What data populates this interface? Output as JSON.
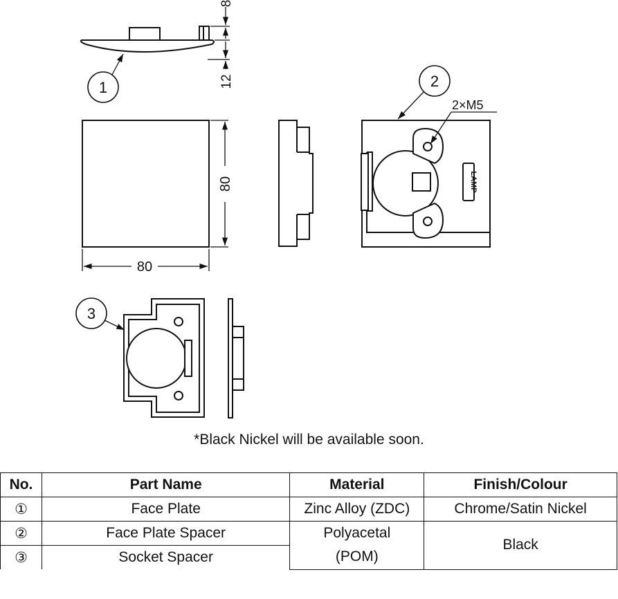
{
  "labels": {
    "callout_1": "1",
    "callout_2": "2",
    "callout_3": "3",
    "screw_spec": "2×M5"
  },
  "dimensions": {
    "top_gap": "8",
    "curve_height": "12",
    "height": "80",
    "width": "80"
  },
  "logo_text": "LAMP",
  "note": "*Black Nickel will be available soon.",
  "table": {
    "headers": {
      "no": "No.",
      "part_name": "Part Name",
      "material": "Material",
      "finish": "Finish/Colour"
    },
    "rows": [
      {
        "no": "①",
        "part_name": "Face Plate",
        "material": "Zinc Alloy (ZDC)",
        "finish": "Chrome/Satin Nickel"
      },
      {
        "no": "②",
        "part_name": "Face Plate Spacer"
      },
      {
        "no": "③",
        "part_name": "Socket Spacer"
      }
    ],
    "shared_material_line1": "Polyacetal",
    "shared_material_line2": "(POM)",
    "shared_finish": "Black"
  }
}
